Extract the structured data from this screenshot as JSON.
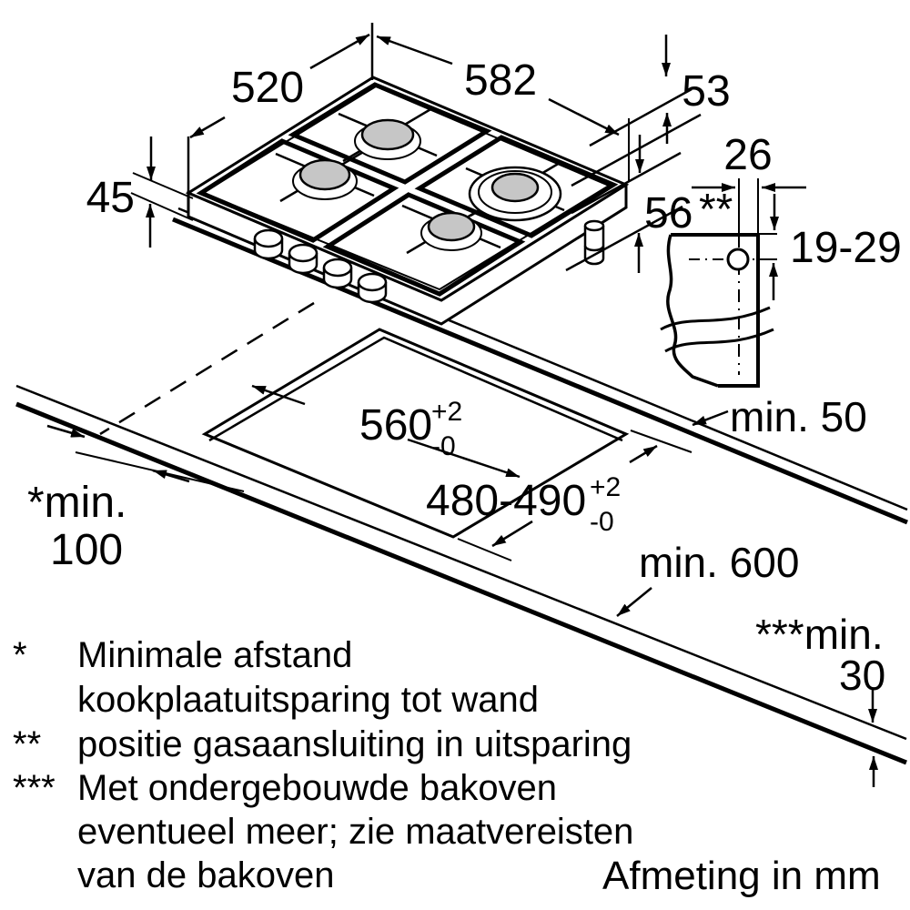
{
  "diagram": {
    "caption": "Afmeting in mm",
    "colors": {
      "line": "#000000",
      "background": "#ffffff",
      "burner_fill": "#c6c6c6"
    },
    "hob": {
      "type": "gas-hob-4-burners",
      "knob_count": 4,
      "burner_count": 4
    },
    "dims": {
      "top_width": "520",
      "total_width": "582",
      "rear_offset": "53",
      "height_above_worktop": "45",
      "depth_below_worktop": "56",
      "gas_conn_offset": "26",
      "gas_conn_marker": "**",
      "gas_conn_depth_range": "19-29",
      "cutout_width": {
        "value": "560",
        "tol_plus": "+2",
        "tol_minus": "-0"
      },
      "cutout_depth": {
        "value": "480-490",
        "tol_plus": "+2",
        "tol_minus": "-0"
      },
      "min_rear_clearance": "min. 50",
      "min_side_line1": "*min.",
      "min_side_line2": "100",
      "min_worktop_depth": "min. 600",
      "min_thickness_line1": "***min.",
      "min_thickness_line2": "30"
    },
    "footnotes": [
      {
        "marker": "*",
        "lines": [
          "Minimale afstand",
          "kookplaatuitsparing tot wand"
        ]
      },
      {
        "marker": "**",
        "lines": [
          "positie gasaansluiting in uitsparing"
        ]
      },
      {
        "marker": "***",
        "lines": [
          "Met ondergebouwde bakoven",
          "eventueel meer; zie maatvereisten",
          "van de bakoven"
        ]
      }
    ]
  }
}
